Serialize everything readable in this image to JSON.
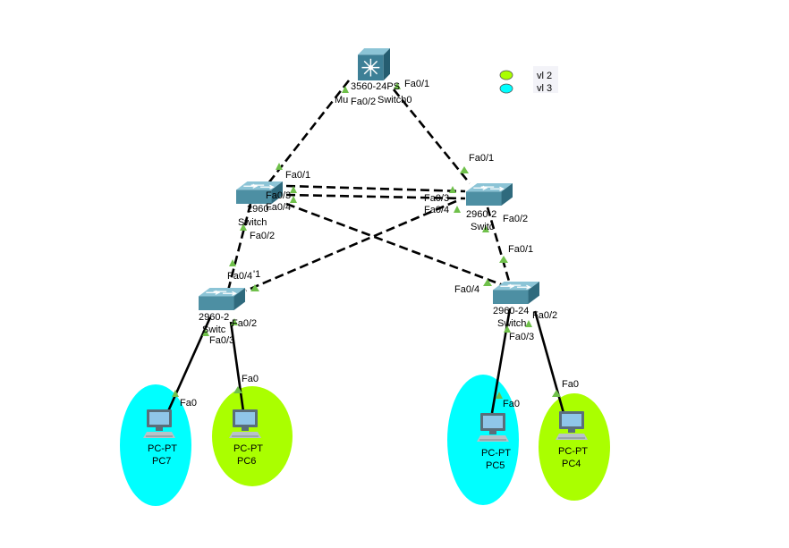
{
  "legend": [
    {
      "label": "vl 2",
      "color": "#aaff00"
    },
    {
      "label": "vl 3",
      "color": "#00ffff"
    }
  ],
  "zones": {
    "pc7": "#00ffff",
    "pc6": "#aaff00",
    "pc5": "#00ffff",
    "pc4": "#aaff00"
  },
  "devices": {
    "core": {
      "model": "3560-24PS",
      "name": "Switch0",
      "extra": "Mu"
    },
    "s1": {
      "model": "2960-",
      "name": "Switch"
    },
    "s2": {
      "model": "2960-2",
      "name": "Switc"
    },
    "s3": {
      "model": "2960-2",
      "name": "Switc"
    },
    "s4": {
      "model": "2960-24",
      "name": "Switch"
    },
    "pc7": {
      "model": "PC-PT",
      "name": "PC7"
    },
    "pc6": {
      "model": "PC-PT",
      "name": "PC6"
    },
    "pc5": {
      "model": "PC-PT",
      "name": "PC5"
    },
    "pc4": {
      "model": "PC-PT",
      "name": "PC4"
    }
  },
  "ports": {
    "core_fa01": "Fa0/1",
    "core_fa02": "Fa0/2",
    "s1_fa01": "Fa0/1",
    "s1_fa03": "Fa0/3",
    "s1_fa04": "Fa0/4",
    "s1_fa02": "Fa0/2",
    "s2_fa01": "Fa0/1",
    "s2_fa03": "Fa0/3",
    "s2_fa04": "Fa0/4",
    "s2_fa02": "Fa0/2",
    "s3_fa04": "Fa0/4",
    "s3_fa01": "'1",
    "s3_fa02": "Fa0/2",
    "s3_fa03": "Fa0/3",
    "s4_fa01": "Fa0/1",
    "s4_fa04": "Fa0/4",
    "s4_fa02": "Fa0/2",
    "s4_fa03": "Fa0/3",
    "pc7_fa0": "Fa0",
    "pc6_fa0": "Fa0",
    "pc5_fa0": "Fa0",
    "pc4_fa0": "Fa0"
  },
  "colors": {
    "link_up": "#6fc04a",
    "switch_body": "#4d8fa3",
    "core_body": "#3d7f96"
  }
}
